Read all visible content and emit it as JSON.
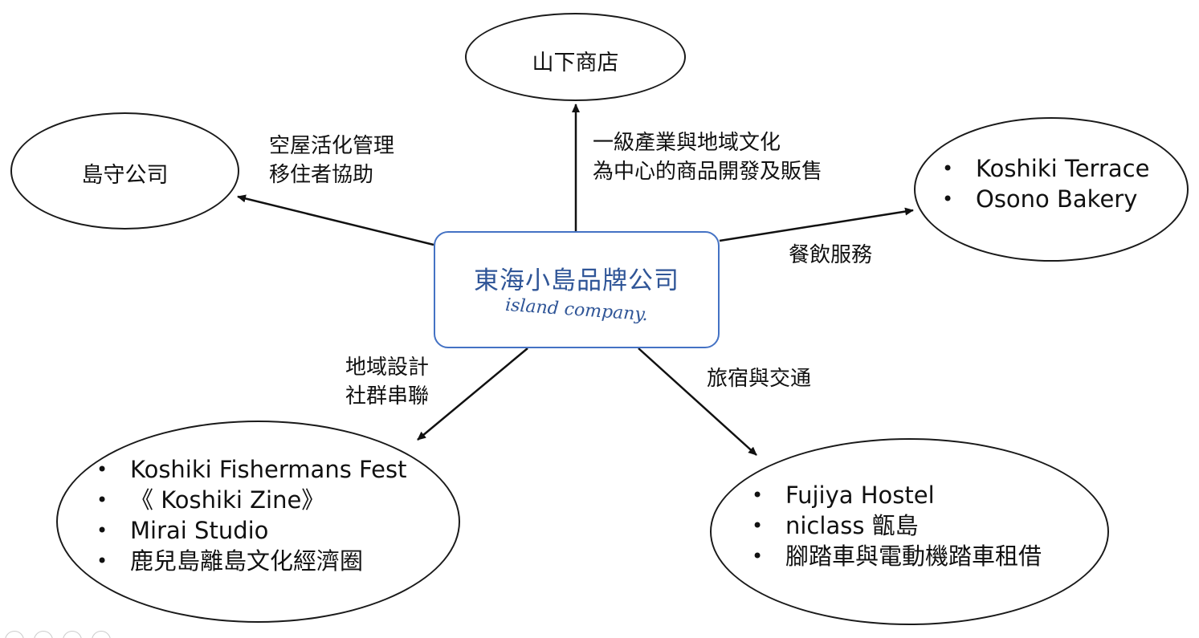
{
  "center": {
    "title": "東海小島品牌公司",
    "subtitle": "island company."
  },
  "nodes": {
    "top": {
      "label": "山下商店"
    },
    "left": {
      "label": "島守公司"
    },
    "right": {
      "items": [
        "Koshiki Terrace",
        "Osono Bakery"
      ]
    },
    "bottom_left": {
      "items": [
        "Koshiki Fishermans Fest",
        "《 Koshiki  Zine》",
        "Mirai Studio",
        "鹿兒島離島文化經濟圈"
      ]
    },
    "bottom_right": {
      "items": [
        "Fujiya Hostel",
        "niclass 甑島",
        "腳踏車與電動機踏車租借"
      ]
    }
  },
  "edges": {
    "top": {
      "lines": [
        "一級產業與地域文化",
        "為中心的商品開發及販售"
      ]
    },
    "left": {
      "lines": [
        "空屋活化管理",
        "移住者協助"
      ]
    },
    "right": {
      "lines": [
        "餐飲服務"
      ]
    },
    "bottom_left": {
      "lines": [
        "地域設計",
        "社群串聯"
      ]
    },
    "bottom_right": {
      "lines": [
        "旅宿與交通"
      ]
    }
  },
  "bullet_symbol": "•",
  "colors": {
    "center_border": "#4472c4",
    "center_text": "#2f5597",
    "outline": "#1a1a1a",
    "text": "#111111"
  }
}
